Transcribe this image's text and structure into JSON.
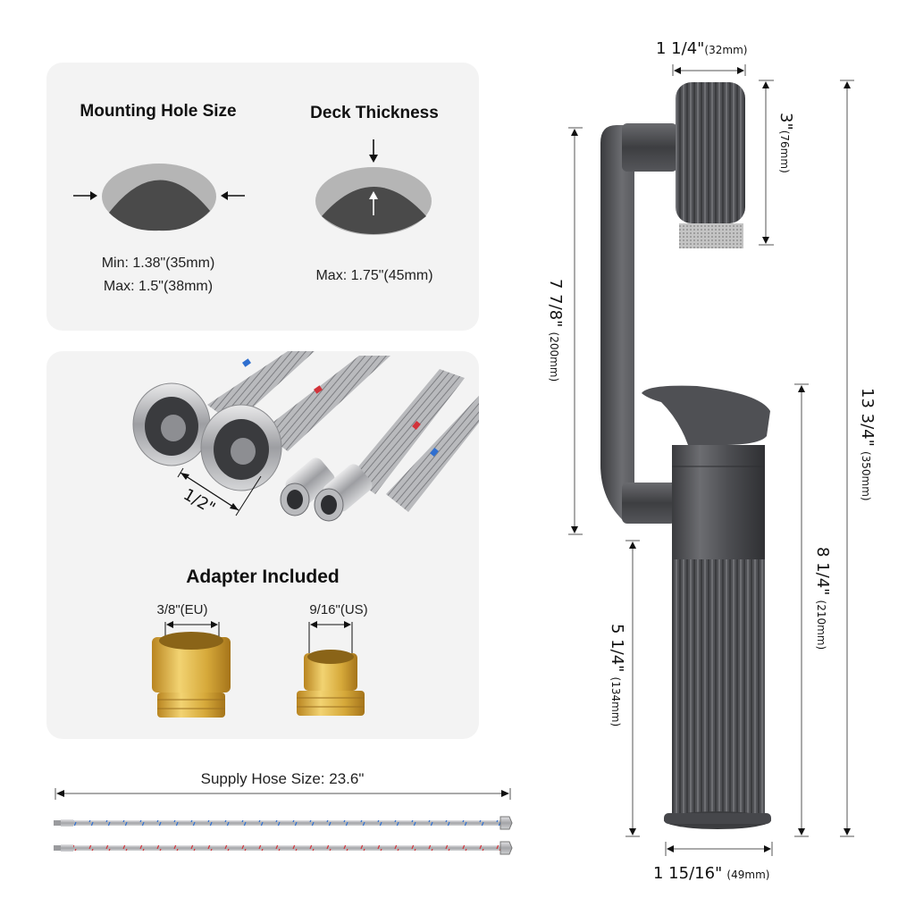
{
  "mounting_card": {
    "hole_size": {
      "title": "Mounting Hole Size",
      "min": "Min: 1.38\"(35mm)",
      "max": "Max: 1.5\"(38mm)"
    },
    "deck_thickness": {
      "title": "Deck Thickness",
      "max": "Max: 1.75\"(45mm)"
    }
  },
  "hose_card": {
    "connector_size": "1/2\"",
    "adapter_title": "Adapter Included",
    "adapters": [
      {
        "label": "3/8\"(EU)"
      },
      {
        "label": "9/16\"(US)"
      }
    ],
    "braid_colors": {
      "hot": "#d2333a",
      "cold": "#2f6fd0"
    }
  },
  "supply_hose": {
    "label": "Supply Hose Size: 23.6\""
  },
  "faucet_dimensions": {
    "handle_width": {
      "main": "1 1/4\"",
      "sub": "(32mm)"
    },
    "handle_height": {
      "main": "3\"",
      "sub": "(76mm)"
    },
    "spout_height": {
      "main": "7 7/8\"",
      "sub": "(200mm)"
    },
    "total_height": {
      "main": "13 3/4\"",
      "sub": "(350mm)"
    },
    "body_height": {
      "main": "8 1/4\"",
      "sub": "(210mm)"
    },
    "spout_clearance": {
      "main": "5 1/4\"",
      "sub": "(134mm)"
    },
    "base_diameter": {
      "main": "1 15/16\"",
      "sub": "(49mm)"
    }
  },
  "colors": {
    "card_bg": "#f3f3f3",
    "faucet_metal": "#4a4b4f",
    "hole_rim": "#b5b5b5",
    "hole_inner": "#4a4a4a",
    "brass": "#d6a93a"
  }
}
